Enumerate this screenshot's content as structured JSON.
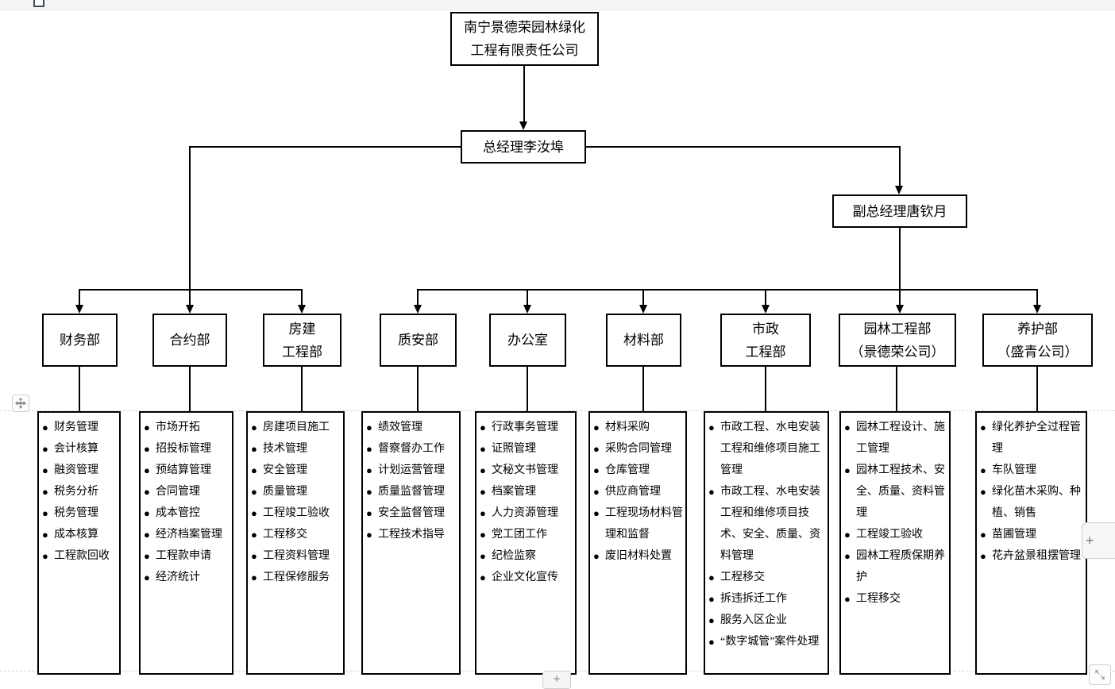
{
  "page": {
    "background_color": "#ffffff",
    "topbar_color": "#f4f5f6",
    "line_color": "#000000",
    "pagebreak_color": "#d8d8d8"
  },
  "org_chart": {
    "bullet": "●",
    "root": {
      "line1": "南宁景德荣园林绿化",
      "line2": "工程有限责任公司"
    },
    "general_manager": {
      "label": "总经理李汝埠"
    },
    "deputy_manager": {
      "label": "副总经理唐钦月"
    },
    "departments": [
      {
        "name_lines": [
          "财务部"
        ],
        "items": [
          "财务管理",
          "会计核算",
          "融资管理",
          "税务分析",
          "税务管理",
          "成本核算",
          "工程款回收"
        ]
      },
      {
        "name_lines": [
          "合约部"
        ],
        "items": [
          "市场开拓",
          "招投标管理",
          "预结算管理",
          "合同管理",
          "成本管控",
          "经济档案管理",
          "工程款申请",
          "经济统计"
        ]
      },
      {
        "name_lines": [
          "房建",
          "工程部"
        ],
        "items": [
          "房建项目施工",
          "技术管理",
          "安全管理",
          "质量管理",
          "工程竣工验收",
          "工程移交",
          "工程资料管理",
          "工程保修服务"
        ]
      },
      {
        "name_lines": [
          "质安部"
        ],
        "items": [
          "绩效管理",
          "督察督办工作",
          "计划运营管理",
          "质量监督管理",
          "安全监督管理",
          "工程技术指导"
        ]
      },
      {
        "name_lines": [
          "办公室"
        ],
        "items": [
          "行政事务管理",
          "证照管理",
          "文秘文书管理",
          "档案管理",
          "人力资源管理",
          "党工团工作",
          "纪检监察",
          "企业文化宣传"
        ]
      },
      {
        "name_lines": [
          "材料部"
        ],
        "items": [
          "材料采购",
          "采购合同管理",
          "仓库管理",
          "供应商管理",
          "工程现场材料管理和监督",
          "废旧材料处置"
        ]
      },
      {
        "name_lines": [
          "市政",
          "工程部"
        ],
        "items": [
          "市政工程、水电安装工程和维修项目施工管理",
          "市政工程、水电安装工程和维修项目技术、安全、质量、资料管理",
          "工程移交",
          "拆违拆迁工作",
          "服务入区企业",
          "“数字城管”案件处理"
        ]
      },
      {
        "name_lines": [
          "园林工程部",
          "（景德荣公司）"
        ],
        "items": [
          "园林工程设计、施工管理",
          "园林工程技术、安全、质量、资料管理",
          "工程竣工验收",
          "园林工程质保期养护",
          "工程移交"
        ]
      },
      {
        "name_lines": [
          "养护部",
          "（盛青公司）"
        ],
        "items": [
          "绿化养护全过程管理",
          "车队管理",
          "绿化苗木采购、种植、销售",
          "苗圃管理",
          "花卉盆景租摆管理"
        ]
      }
    ]
  },
  "chrome": {
    "plus_right_label": "+",
    "plus_bottom_label": "+"
  }
}
